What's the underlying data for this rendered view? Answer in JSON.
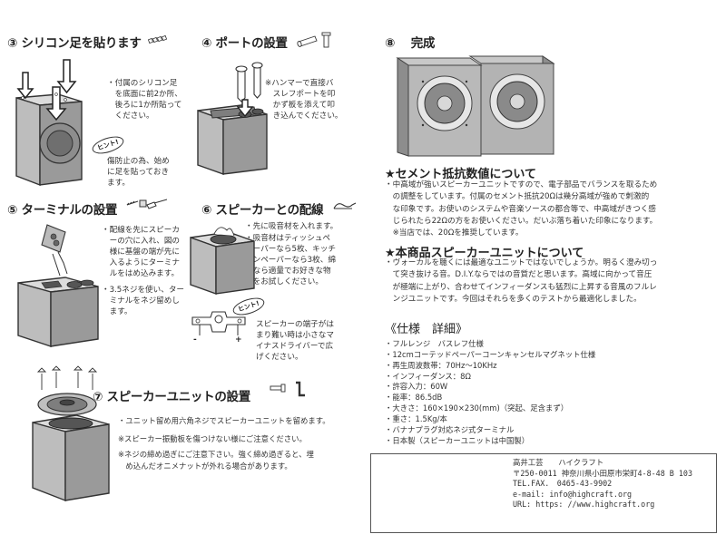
{
  "step3": {
    "title": "③ シリコン足を貼ります",
    "note": "・付属のシリコン足\n　を底面に前2か所、\n　後ろに1か所貼って\n　ください。",
    "hint_label": "ヒント!",
    "hint_text": "傷防止の為、始め\nに足を貼っておき\nます。"
  },
  "step4": {
    "title": "④ ポートの設置",
    "note": "※ハンマーで直接バ\n　スレフポートを叩\n　かず板を添えて叩\n　き込んでください。"
  },
  "step5": {
    "title": "⑤ ターミナルの設置",
    "note1": "・配線を先にスピーカ\n　ーの穴に入れ、図の\n　様に基盤の端が先に\n　入るようにターミナ\n　ルをはめ込みます。",
    "note2": "・3.5ネジを使い、ター\n　ミナルをネジ留めし\n　ます。"
  },
  "step6": {
    "title": "⑥ スピーカーとの配線",
    "note1": "・先に吸音材を入れます。",
    "note2": "・吸音材はティッシュペ\n　ーパーなら5枚、キッチ\n　ンペーパーなら3枚、綿\n　なら適量でお好きな物\n　をお試しください。",
    "hint_label": "ヒント!",
    "hint_text": "スピーカーの端子がは\nまり難い時は小さなマ\nイナスドライバーで広\nげください。",
    "terminal_minus": "-",
    "terminal_plus": "+"
  },
  "step7": {
    "title": "⑦ スピーカーユニットの設置",
    "note1": "・ユニット留め用六角ネジでスピーカーユニットを留めます。",
    "note2": "※スピーカー振動板を傷つけない様にご注意ください。",
    "note3": "※ネジの締め過ぎにご注意下さい。強く締め過ぎると、埋\n　め込んだオニメナットが外れる場合があります。"
  },
  "step8": {
    "title": "⑧　 完成"
  },
  "cement": {
    "title": "★セメント抵抗数値について",
    "body": "・中高域が強いスピーカーユニットですので、電子部品でバランスを取るため\n　の調整をしています。付属のセメント抵抗20Ωは幾分高域が強めで刺激的\n　な印象です。お使いのシステムや音楽ソースの都合等で、中高域がきつく感\n　じられたら22Ωの方をお使いください。だいぶ落ち着いた印象になります。\n　※当店では、20Ωを推奨しています。"
  },
  "about": {
    "title": "★本商品スピーカーユニットについて",
    "body": "・ヴォーカルを聴くには最適なユニットではないでしょうか。明るく澄み切っ\n　て突き抜ける音。D.I.Y.ならではの音質だと思います。高域に向かって音圧\n　が極端に上がり、合わせてインフィーダンスも猛烈に上昇する音風のフルレ\n　ンジユニットです。今回はそれらを多くのテストから最適化しました。"
  },
  "specs": {
    "title": "《仕様　詳細》",
    "items": [
      "・フルレンジ　バスレフ仕様",
      "・12cmコーテッドペーパーコーンキャンセルマグネット仕様",
      "・再生周波数帯：70Hz～10KHz",
      "・インフィーダンス：8Ω",
      "・許容入力：60W",
      "・能率：86.5dB",
      "・大きさ：160×190×230(mm)（突起、足含まず）",
      "・重さ：1.5Kg/本",
      "・バナナプラグ対応ネジ式ターミナル",
      "・日本製（スピーカーユニットは中国製）"
    ]
  },
  "company": {
    "name": "高井工芸　　ハイクラフト",
    "address": "〒250-0011 神奈川県小田原市栄町4-8-48 B 103",
    "tel": "TEL.FAX.　0465-43-9902",
    "email": "e-mail: info@highcraft.org",
    "url": "URL: https: //www.highcraft.org"
  },
  "colors": {
    "box_fill": "#bfbfbf",
    "box_top": "#dcdcdc",
    "box_dark": "#8d8d8d",
    "line": "#333333"
  }
}
